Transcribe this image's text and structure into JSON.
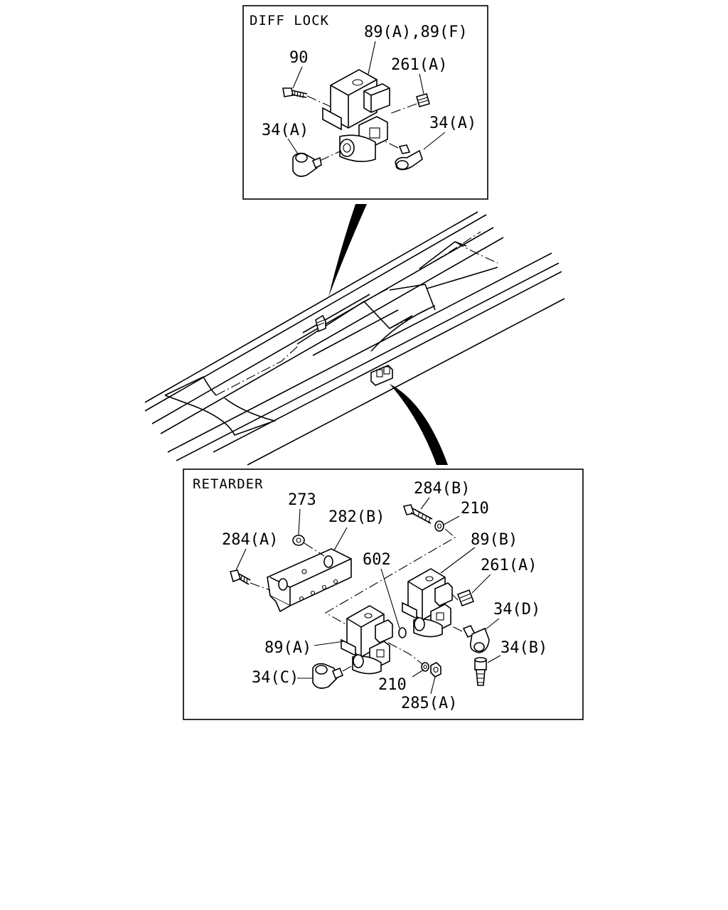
{
  "panels": {
    "diff_lock": {
      "title": "DIFF LOCK",
      "labels": {
        "solenoid": "89(A),89(F)",
        "bolt": "90",
        "plug": "261(A)",
        "elbow_left": "34(A)",
        "elbow_right": "34(A)"
      }
    },
    "retarder": {
      "title": "RETARDER",
      "labels": {
        "nut_273": "273",
        "bracket": "282(B)",
        "bolt_a": "284(A)",
        "bolt_b": "284(B)",
        "washer_top": "210",
        "oring": "602",
        "solenoid_b": "89(B)",
        "plug": "261(A)",
        "elbow_d": "34(D)",
        "fitting_b": "34(B)",
        "solenoid_a": "89(A)",
        "elbow_c": "34(C)",
        "washer_bottom": "210",
        "nut_285": "285(A)"
      }
    }
  }
}
